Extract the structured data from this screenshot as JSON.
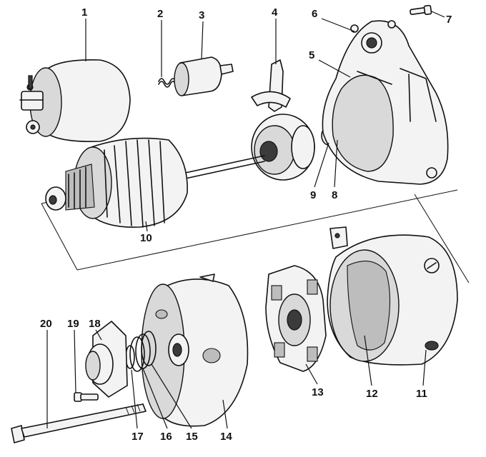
{
  "labels": {
    "p1": "1",
    "p2": "2",
    "p3": "3",
    "p4": "4",
    "p5": "5",
    "p6": "6",
    "p7": "7",
    "p8": "8",
    "p9": "9",
    "p10": "10",
    "p11": "11",
    "p12": "12",
    "p13": "13",
    "p14": "14",
    "p15": "15",
    "p16": "16",
    "p17": "17",
    "p18": "18",
    "p19": "19",
    "p20": "20"
  }
}
